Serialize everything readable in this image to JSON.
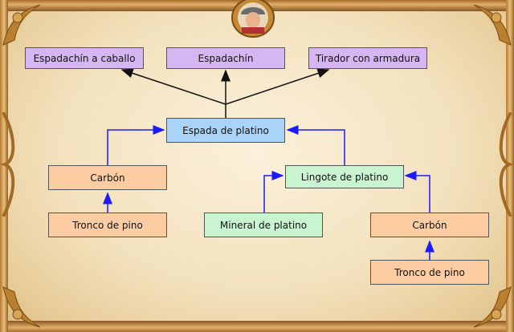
{
  "nodes": {
    "espadachin_caballo": "Espadachín a caballo",
    "espadachin": "Espadachín",
    "tirador": "Tirador con armadura",
    "espada_platino": "Espada de platino",
    "carbon_left": "Carbón",
    "tronco_left": "Tronco de pino",
    "lingote": "Lingote de platino",
    "mineral": "Mineral de platino",
    "carbon_right": "Carbón",
    "tronco_right": "Tronco de pino"
  },
  "colors": {
    "unit": "#d6b6f2",
    "weapon": "#a9d3f7",
    "fuel": "#fccca2",
    "ore": "#c8f5cf",
    "arrow_black": "#111111",
    "arrow_blue": "#1a1aff"
  },
  "icons": [
    "character-portrait-icon",
    "corner-ornament-icon"
  ]
}
